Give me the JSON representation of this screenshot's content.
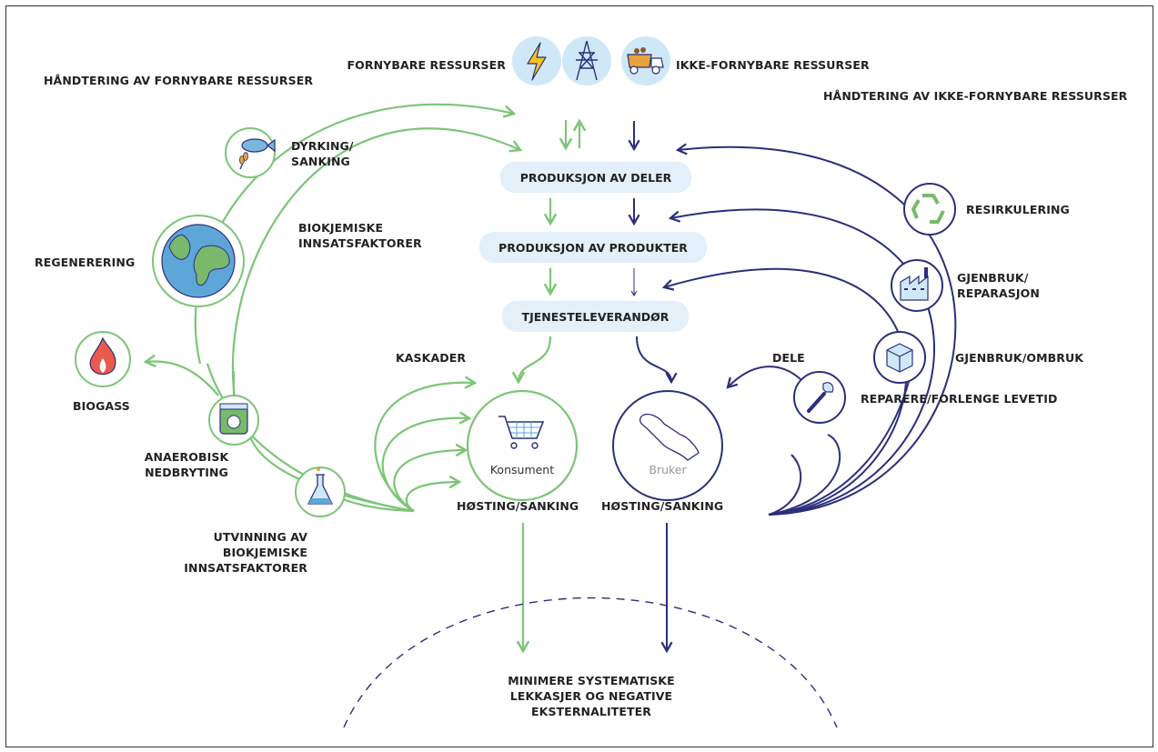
{
  "colors": {
    "green": "#7cc576",
    "navy": "#2b2f7c",
    "pill": "#e3f0fa",
    "icon_bg": "#cfe8f7"
  },
  "top": {
    "renewable": "FORNYBARE RESSURSER",
    "nonrenewable": "IKKE-FORNYBARE RESSURSER",
    "icons": [
      "lightning-icon",
      "power-pylon-icon",
      "dump-truck-icon"
    ]
  },
  "left": {
    "renewable_mgmt": "HÅNDTERING AV FORNYBARE RESSURSER",
    "farming": "DYRKING/\nSANKING",
    "biochem_inputs": "BIOKJEMISKE\nINNSATSFAKTORER",
    "regeneration": "REGENERERING",
    "biogas": "BIOGASS",
    "anaerobic": "ANAEROBISK\nNEDBRYTING",
    "extraction": "UTVINNING AV\nBIOKJEMISKE\nINNSATSFAKTORER",
    "cascades": "KASKADER"
  },
  "center": {
    "parts": "PRODUKSJON AV DELER",
    "products": "PRODUKSJON AV PRODUKTER",
    "service": "TJENESTELEVERANDØR",
    "consumer": "Konsument",
    "user": "Bruker",
    "harvest_left": "HØSTING/SANKING",
    "harvest_right": "HØSTING/SANKING",
    "bottom": "MINIMERE SYSTEMATISKE\nLEKKASJER OG NEGATIVE\nEKSTERNALITETER"
  },
  "right": {
    "nonrenewable_mgmt": "HÅNDTERING AV IKKE-FORNYBARE RESSURSER",
    "recycling": "RESIRKULERING",
    "remanufacture": "GJENBRUK/\nREPARASJON",
    "reuse": "GJENBRUK/OMBRUK",
    "maintain": "REPARERE/FORLENGE LEVETID",
    "share": "DELE"
  }
}
